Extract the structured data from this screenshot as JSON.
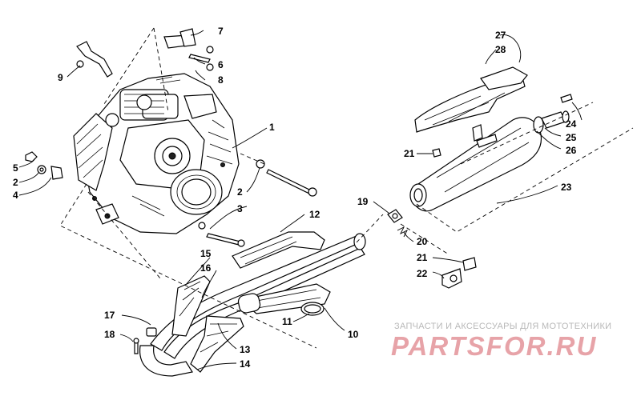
{
  "diagram": {
    "callouts": {
      "c1": "1",
      "c2a": "2",
      "c2b": "2",
      "c3": "3",
      "c4": "4",
      "c5": "5",
      "c6": "6",
      "c7": "7",
      "c8": "8",
      "c9": "9",
      "c10": "10",
      "c11": "11",
      "c12": "12",
      "c13": "13",
      "c14": "14",
      "c15": "15",
      "c16": "16",
      "c17": "17",
      "c18": "18",
      "c19": "19",
      "c20": "20",
      "c21a": "21",
      "c21b": "21",
      "c22": "22",
      "c23": "23",
      "c24": "24",
      "c25": "25",
      "c26": "26",
      "c27": "27",
      "c28": "28"
    }
  },
  "watermark": {
    "caption": "ЗАПЧАСТИ И АКСЕССУАРЫ ДЛЯ МОТОТЕХНИКИ",
    "logo": "PARTSFOR.RU"
  }
}
